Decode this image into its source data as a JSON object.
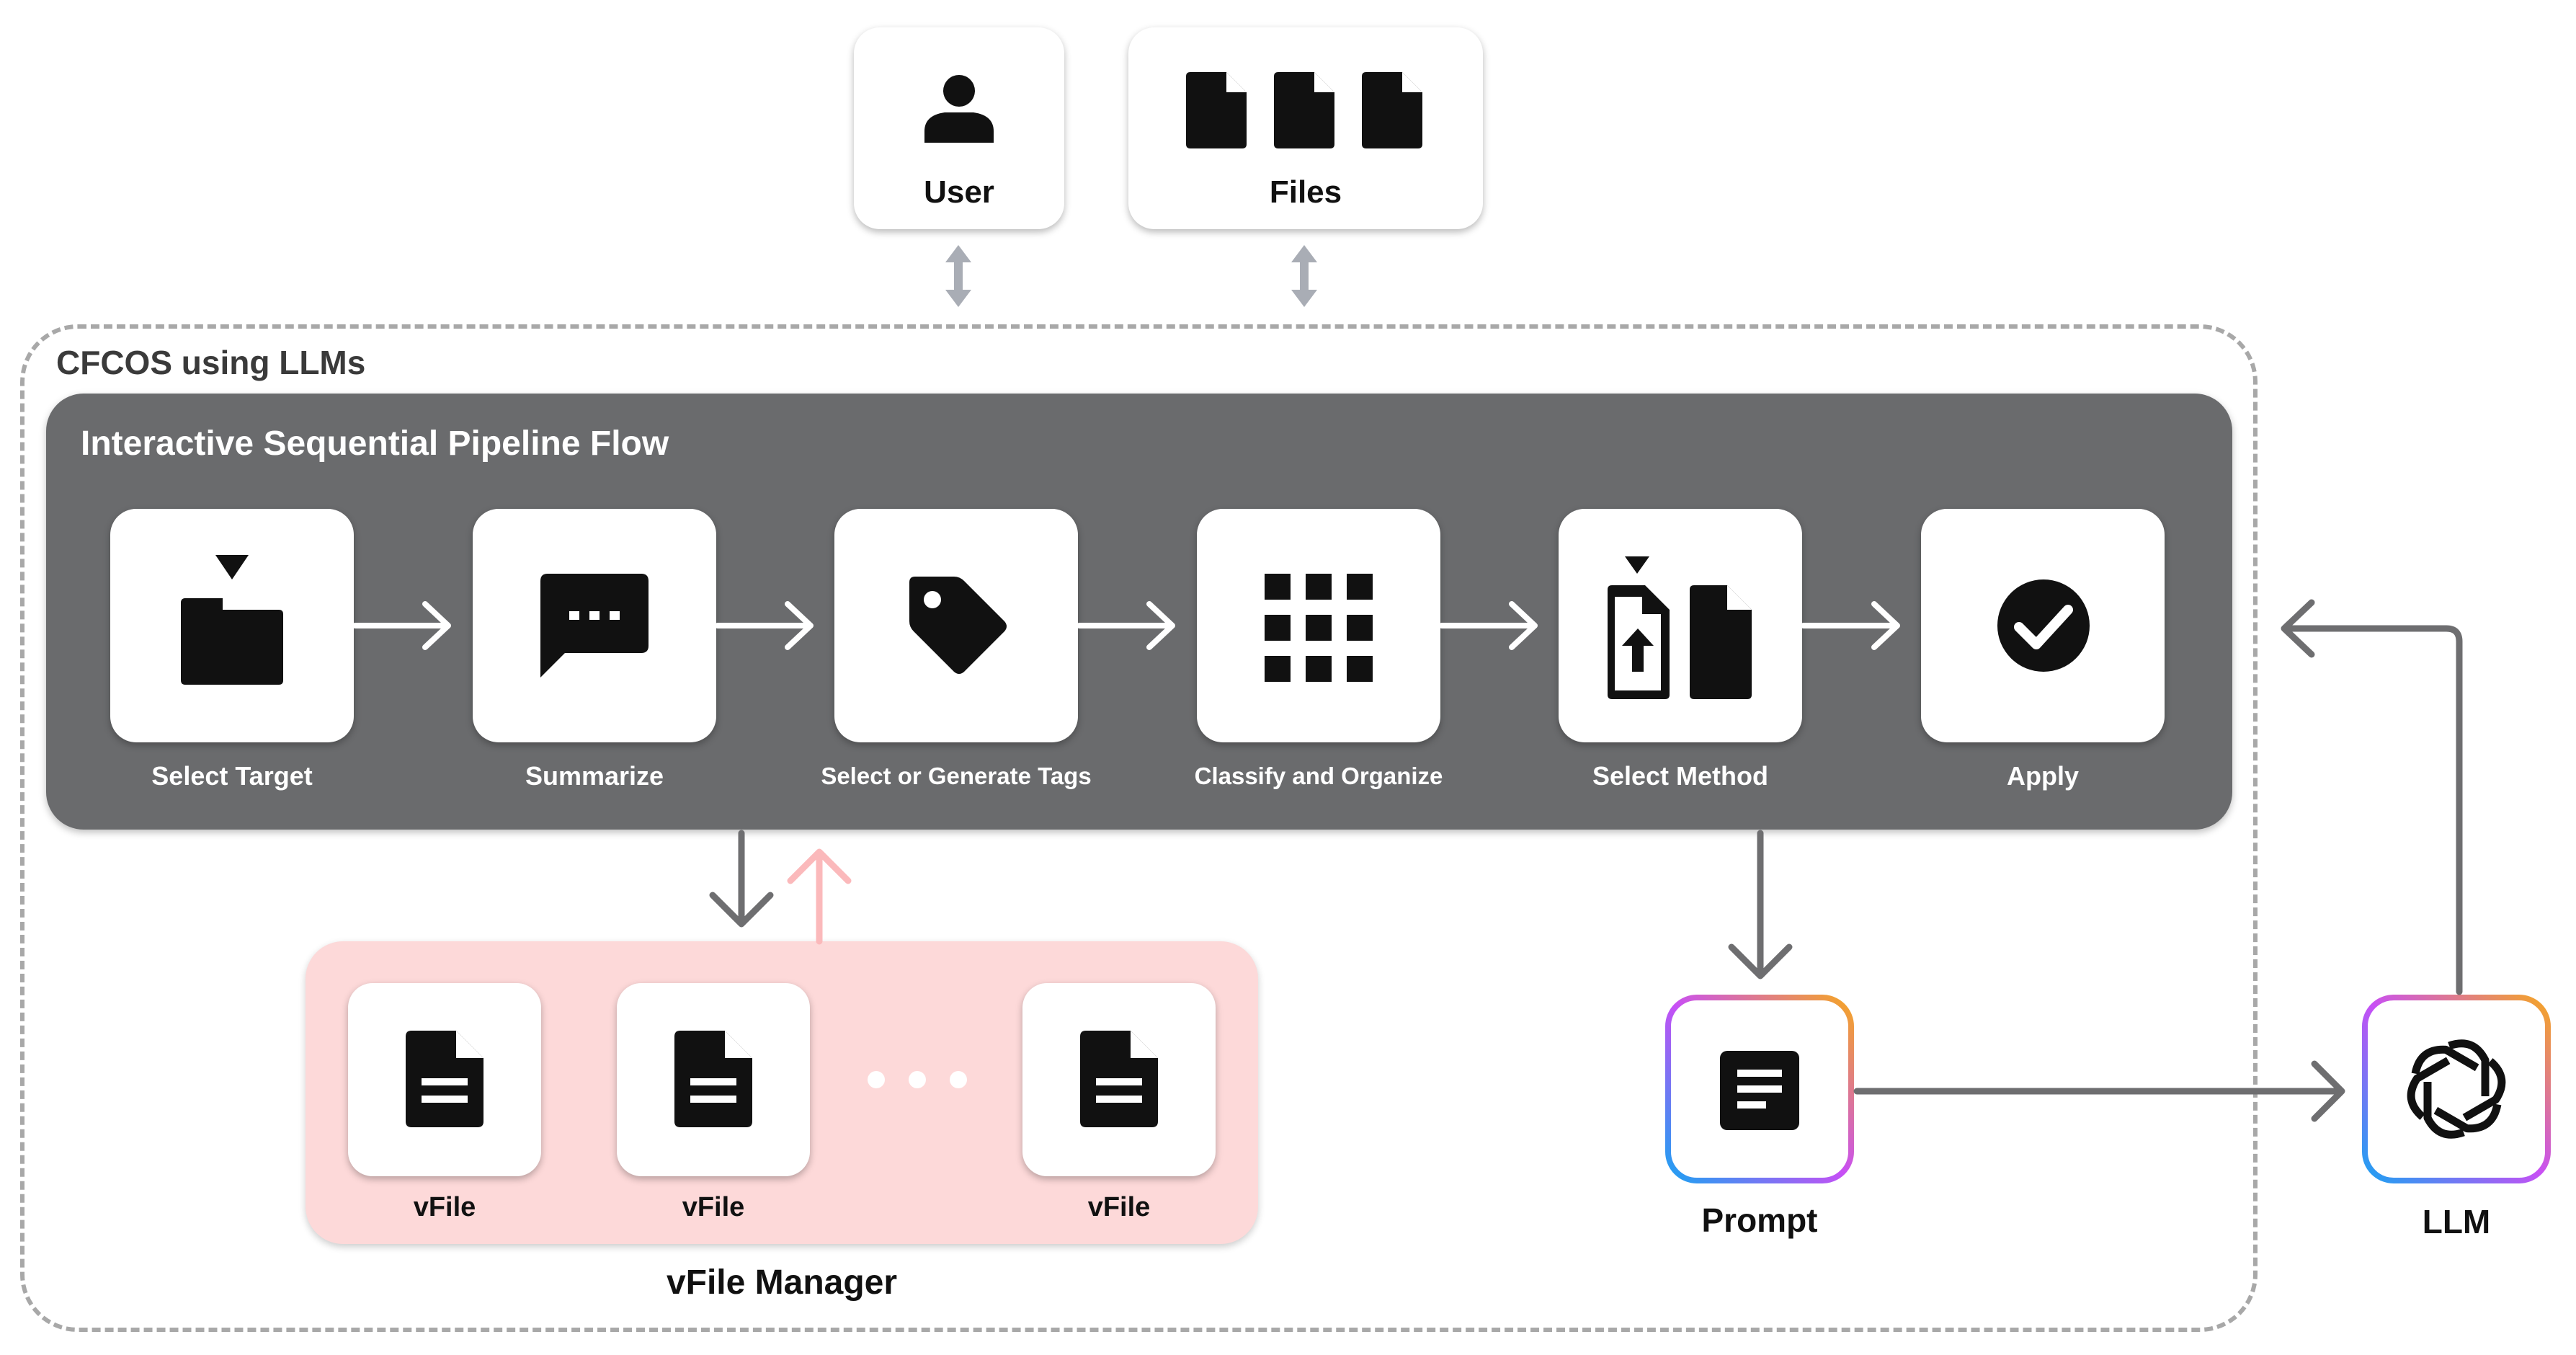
{
  "top": {
    "user_label": "User",
    "files_label": "Files"
  },
  "system": {
    "title": "CFCOS using LLMs"
  },
  "pipeline": {
    "title": "Interactive Sequential Pipeline Flow",
    "steps": [
      {
        "label": "Select Target",
        "icon": "folder-target-icon"
      },
      {
        "label": "Summarize",
        "icon": "chat-bubble-icon"
      },
      {
        "label": "Select or Generate Tags",
        "icon": "tag-icon"
      },
      {
        "label": "Classify and Organize",
        "icon": "grid-icon"
      },
      {
        "label": "Select Method",
        "icon": "file-upload-icon"
      },
      {
        "label": "Apply",
        "icon": "check-circle-icon"
      }
    ]
  },
  "vfile_manager": {
    "title": "vFile Manager",
    "files": [
      {
        "label": "vFile"
      },
      {
        "label": "vFile"
      },
      {
        "label": "vFile"
      }
    ]
  },
  "prompt": {
    "label": "Prompt"
  },
  "llm": {
    "label": "LLM"
  },
  "colors": {
    "pipeline_bg": "#6a6b6d",
    "vfile_bg": "#fdd9d9",
    "arrow_gray": "#6e6e70",
    "arrow_light": "#a9adb5",
    "arrow_pink": "#fbb9bb",
    "gradient": [
      "#1da1f2",
      "#c84ff5",
      "#f5a623"
    ]
  }
}
